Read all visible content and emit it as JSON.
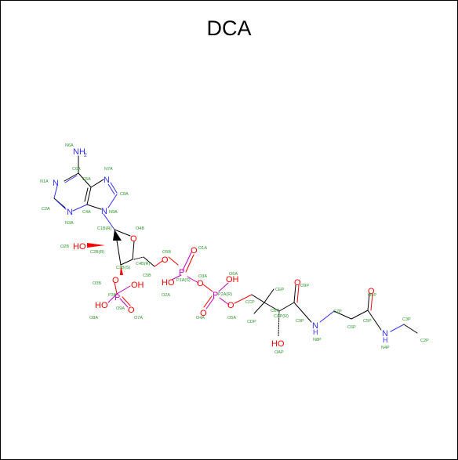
{
  "title": "DCA",
  "colors": {
    "bond": "#000000",
    "nitrogen": "#3030ff",
    "oxygen": "#ff0000",
    "phosphorus": "#c000c0",
    "atom_label": "#2a9a2a"
  },
  "atom_labels": {
    "N6A": "N6A",
    "C6A": "C6A",
    "N7A": "N7A",
    "N1A": "N1A",
    "C5A": "C5A",
    "C8A": "C8A",
    "C2A": "C2A",
    "N3A": "N3A",
    "C4A": "C4A",
    "N9A": "N9A",
    "C1B": "C1B(R)",
    "O4B": "O4B",
    "O2B": "O2B",
    "C2B": "C2B(R)",
    "C3B": "C3B(S)",
    "C4B": "C4B(R)",
    "C5B": "C5B",
    "O5B": "O5B",
    "O3B": "O3B",
    "P3B": "P3B",
    "O8A": "O8A",
    "O7A": "O7A",
    "O9A": "O9A",
    "O1A": "O1A",
    "P1A": "P1A(S)",
    "O2A": "O2A",
    "O3A": "O3A",
    "O6A": "O6A",
    "P2A": "P2A(R)",
    "O4A": "O4A",
    "O5A": "O5A",
    "CCP": "CCP",
    "CBP": "CBP",
    "CEP": "CEP",
    "CDP": "CDP",
    "CAP": "CAP(R)",
    "C9P": "C9P",
    "O9P": "O9P",
    "OAP": "OAP",
    "N8P": "N8P",
    "C7P": "C7P",
    "C6P": "C6P",
    "C5P": "C5P",
    "O5P": "O5P",
    "N4P": "N4P",
    "C3P": "C3P",
    "C2P": "C2P"
  },
  "element_labels": {
    "NH2": "NH",
    "NH2_sub": "2",
    "N1": "N",
    "N3": "N",
    "N7": "N",
    "N9": "N",
    "O4B": "O",
    "HO_2B": "HO",
    "O_3B": "O",
    "P3B": "P",
    "OH_P3B": "OH",
    "HO_P3B": "HO",
    "O_P3B": "O",
    "O_5B": "O",
    "P1A": "P",
    "O_1A": "O",
    "HO_1A": "HO",
    "O_bridge": "O",
    "P2A": "P",
    "OH_2A": "OH",
    "O_2A": "O",
    "O_6A": "O",
    "O_C9P": "O",
    "HO_CAP": "HO",
    "NH_8P": "N",
    "H_8P": "H",
    "O_C5P": "O",
    "NH_4P": "N",
    "H_4P": "H"
  }
}
